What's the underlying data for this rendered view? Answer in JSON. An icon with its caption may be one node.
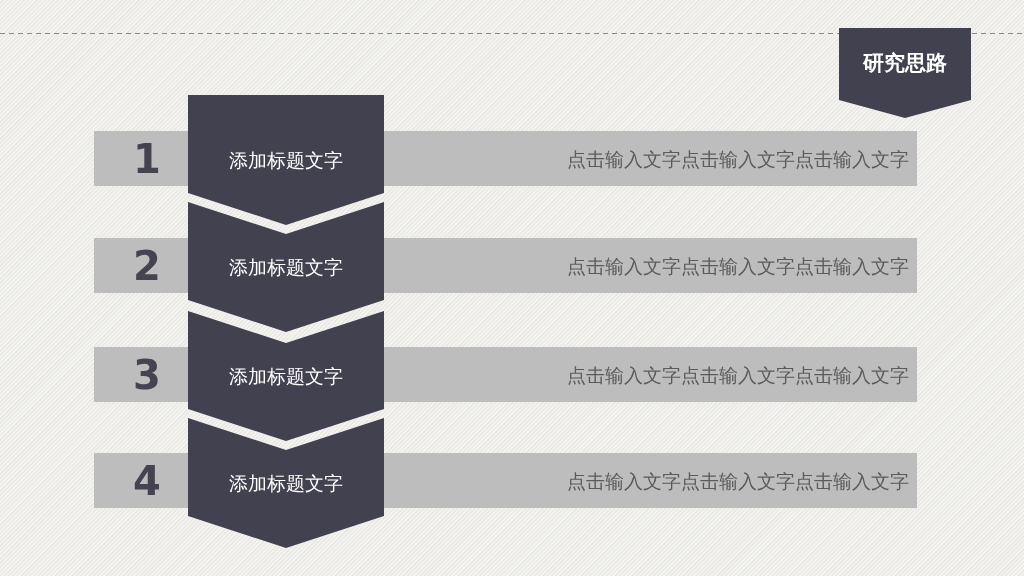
{
  "diagram": {
    "nodes": [
      {
        "text": [
          "研究思路"
        ]
      },
      {
        "text": [
          "1",
          "点击输入文字点击输入文字点击输入文字"
        ]
      },
      {
        "text": [
          "添加标题文字"
        ]
      },
      {
        "text": [
          "2",
          "点击输入文字点击输入文字点击输入文字"
        ]
      },
      {
        "text": [
          "添加标题文字"
        ]
      },
      {
        "text": [
          "3",
          "点击输入文字点击输入文字点击输入文字"
        ]
      },
      {
        "text": [
          "添加标题文字"
        ]
      },
      {
        "text": [
          "4",
          "点击输入文字点击输入文字点击输入文字"
        ]
      },
      {
        "text": [
          "添加标题文字"
        ]
      }
    ]
  }
}
